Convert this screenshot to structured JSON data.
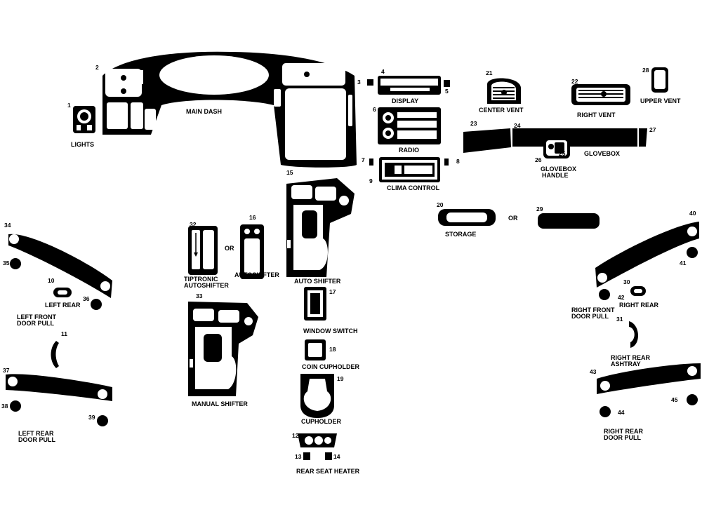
{
  "colors": {
    "part": "#000000",
    "background": "#ffffff"
  },
  "labels": {
    "lights": "LIGHTS",
    "main_dash": "MAIN DASH",
    "display": "DISPLAY",
    "center_vent": "CENTER VENT",
    "right_vent": "RIGHT VENT",
    "upper_vent": "UPPER VENT",
    "radio": "RADIO",
    "glovebox": "GLOVEBOX",
    "glovebox_handle_1": "GLOVEBOX",
    "glovebox_handle_2": "HANDLE",
    "clima_control": "CLIMA CONTROL",
    "storage": "STORAGE",
    "or_storage": "OR",
    "tiptronic_1": "TIPTRONIC",
    "tiptronic_2": "AUTOSHIFTER",
    "or_shifter": "OR",
    "autoshifter": "AUTOSHIFTER",
    "auto_shifter": "AUTO SHIFTER",
    "left_rear": "LEFT REAR",
    "left_front_door_1": "LEFT FRONT",
    "left_front_door_2": "DOOR PULL",
    "window_switch": "WINDOW SWITCH",
    "coin_cupholder": "COIN CUPHOLDER",
    "cupholder": "CUPHOLDER",
    "manual_shifter": "MANUAL SHIFTER",
    "rear_seat_heater": "REAR SEAT HEATER",
    "left_rear_door_1": "LEFT REAR",
    "left_rear_door_2": "DOOR PULL",
    "right_front_door_1": "RIGHT FRONT",
    "right_front_door_2": "DOOR PULL",
    "right_rear": "RIGHT REAR",
    "right_rear_ashtray_1": "RIGHT REAR",
    "right_rear_ashtray_2": "ASHTRAY",
    "right_rear_door_1": "RIGHT REAR",
    "right_rear_door_2": "DOOR PULL"
  },
  "part_numbers": {
    "p1": "1",
    "p2": "2",
    "p3": "3",
    "p4": "4",
    "p5": "5",
    "p6": "6",
    "p7": "7",
    "p8": "8",
    "p9": "9",
    "p10": "10",
    "p11": "11",
    "p12": "12",
    "p13": "13",
    "p14": "14",
    "p15": "15",
    "p16": "16",
    "p17": "17",
    "p18": "18",
    "p19": "19",
    "p20": "20",
    "p21": "21",
    "p22": "22",
    "p23": "23",
    "p24": "24",
    "p25": "25",
    "p26": "26",
    "p27": "27",
    "p28": "28",
    "p29": "29",
    "p30": "30",
    "p31": "31",
    "p32": "32",
    "p33": "33",
    "p34": "34",
    "p35": "35",
    "p36": "36",
    "p37": "37",
    "p38": "38",
    "p39": "39",
    "p40": "40",
    "p41": "41",
    "p42": "42",
    "p43": "43",
    "p44": "44",
    "p45": "45"
  }
}
